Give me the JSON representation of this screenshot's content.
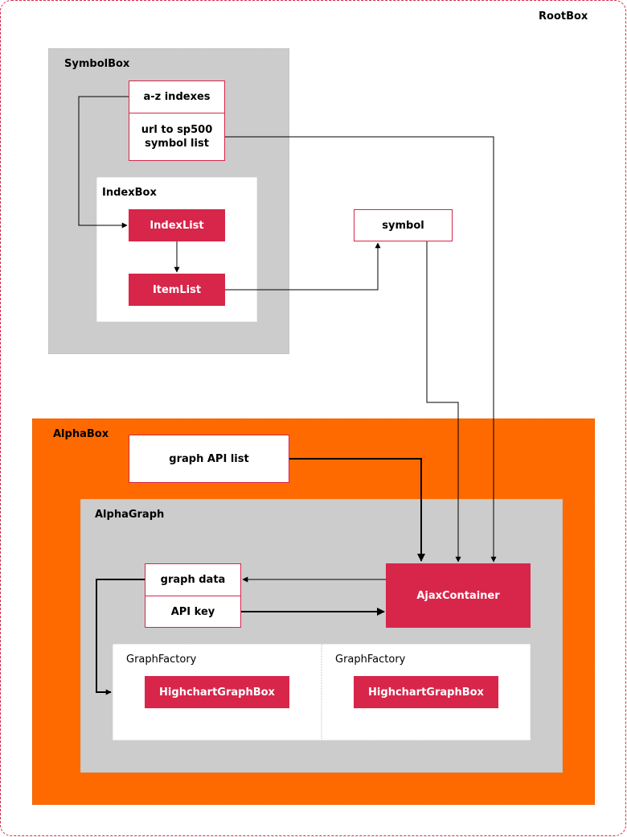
{
  "containers": {
    "root": "RootBox",
    "symbol_box": "SymbolBox",
    "index_box": "IndexBox",
    "alpha_box": "AlphaBox",
    "alpha_graph": "AlphaGraph",
    "graph_factory_1": "GraphFactory",
    "graph_factory_2": "GraphFactory"
  },
  "nodes": {
    "az_indexes": "a-z indexes",
    "url_list": "url to sp500\nsymbol list",
    "index_list": "IndexList",
    "item_list": "ItemList",
    "symbol": "symbol",
    "graph_api_list": "graph API list",
    "graph_data": "graph data",
    "api_key": "API key",
    "ajax_container": "AjaxContainer",
    "highchart_1": "HighchartGraphBox",
    "highchart_2": "HighchartGraphBox"
  },
  "colors": {
    "accent": "#d7264a",
    "orange": "#ff6a00",
    "gray": "#cccccc"
  }
}
